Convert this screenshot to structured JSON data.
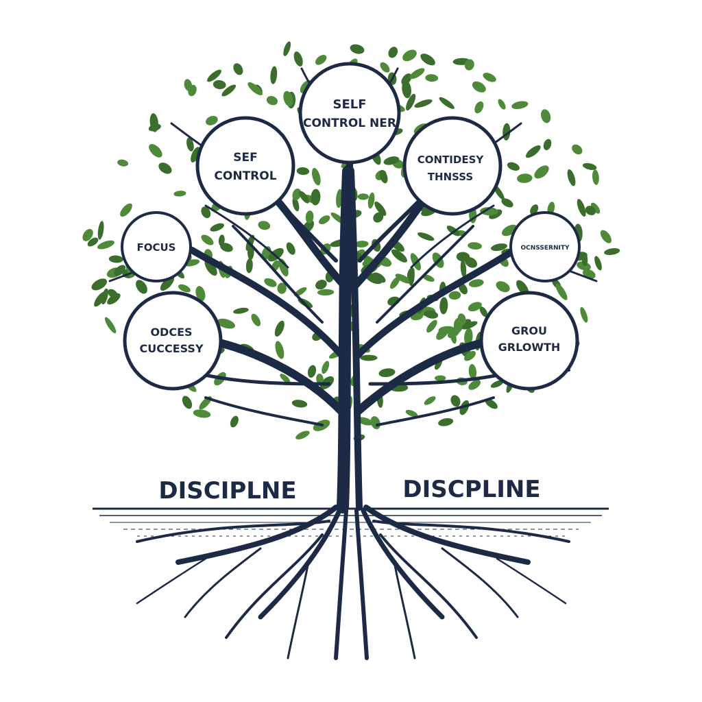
{
  "colors": {
    "trunk": "#1d2a45",
    "leaf": "#4f8a3a",
    "leaf_dark": "#3b6e2c",
    "bubble_fill": "#ffffff",
    "bubble_stroke": "#1d2a45",
    "text": "#1d2a45",
    "ground": "#1d2a45",
    "background": "#ffffff"
  },
  "nodes": {
    "top": {
      "line1": "SELF",
      "line2": "CONTROL NER"
    },
    "upper_left": {
      "line1": "SEF",
      "line2": "CONTROL"
    },
    "upper_right": {
      "line1": "CONTIDESY",
      "line2": "THNSSS"
    },
    "mid_left": {
      "line1": "FOCUS"
    },
    "mid_right": {
      "line1": "OCNSSERNITY"
    },
    "lower_left": {
      "line1": "ODCES",
      "line2": "CUCCESSY"
    },
    "lower_right": {
      "line1": "GROU",
      "line2": "GRLOWTH"
    }
  },
  "labels": {
    "left": "DISCIPLNE",
    "right": "DISCPLINE"
  }
}
